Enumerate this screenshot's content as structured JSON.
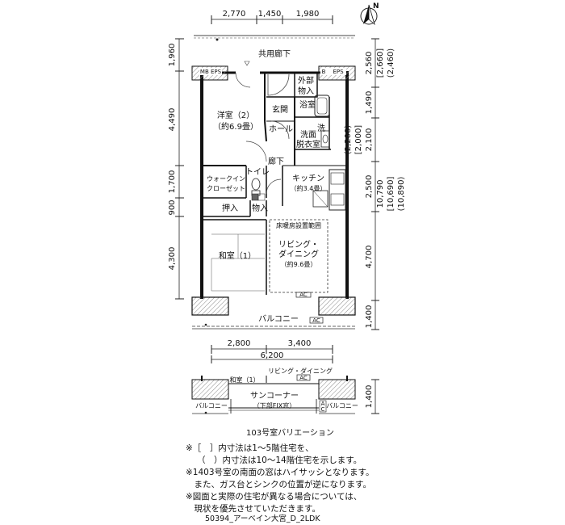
{
  "dims": {
    "top": [
      "2,770",
      "1,450",
      "1,980"
    ],
    "left": [
      "1,960",
      "4,490",
      "1,700",
      "900",
      "4,300"
    ],
    "right": [
      "2,560",
      "[2,660]",
      "(2,460)",
      "1,490",
      "2,100",
      "[2,000]",
      "(2,200)",
      "2,500",
      "10,790",
      "[10,690]",
      "(10,890)",
      "4,700",
      "1,400"
    ],
    "bottom": [
      "2,800",
      "3,400",
      "6,200"
    ],
    "variation_right": "1,400"
  },
  "rooms": {
    "corridor": "共用廊下",
    "mb_eps": "MB EPS",
    "b_eps": "EPS",
    "b_label": "B",
    "outer_storage": [
      "外部",
      "物入"
    ],
    "western_room": [
      "洋室（2）",
      "（約6.9畳）"
    ],
    "entrance": "玄関",
    "bathroom": "浴室",
    "hall": "ホール",
    "washer": "洗",
    "washroom": [
      "洗面",
      "脱衣室"
    ],
    "hallway": "廊下",
    "toilet": "トイレ",
    "walkin": [
      "ウォークイン",
      "クローゼット"
    ],
    "kitchen": [
      "キッチン",
      "（約3.4畳）"
    ],
    "storage": "押入",
    "storage2": "物入",
    "floor_heating": "床暖房設置範囲",
    "living": [
      "リビング・",
      "ダイニング",
      "（約9.6畳）"
    ],
    "japanese_room": "和室（1）",
    "ac": "AC",
    "balcony": "バルコニー"
  },
  "variation": {
    "japanese_room": "和室（1）",
    "living": "リビング・ダイニング",
    "ac": "AC",
    "sun_corner": "サンコーナー",
    "fix_window": "（下部FIX窓）",
    "balcony_left": "バルコニー",
    "balcony_right": "バルコニー",
    "ac_small": [
      "A",
      "C"
    ],
    "caption": "103号室バリエーション"
  },
  "north_label": "N",
  "notes": [
    "※［　］内寸法は1～5階住宅を、",
    "（　）内寸法は10～14階住宅を示します。",
    "※1403号室の南面の窓はハイサッシとなります。",
    "　また、ガス台とシンクの位置が逆になります。",
    "※図面と実際の住宅が異なる場合については、",
    "　現状を優先させていただきます。"
  ],
  "footer": "50394_アーベイン大宮_D_2LDK"
}
